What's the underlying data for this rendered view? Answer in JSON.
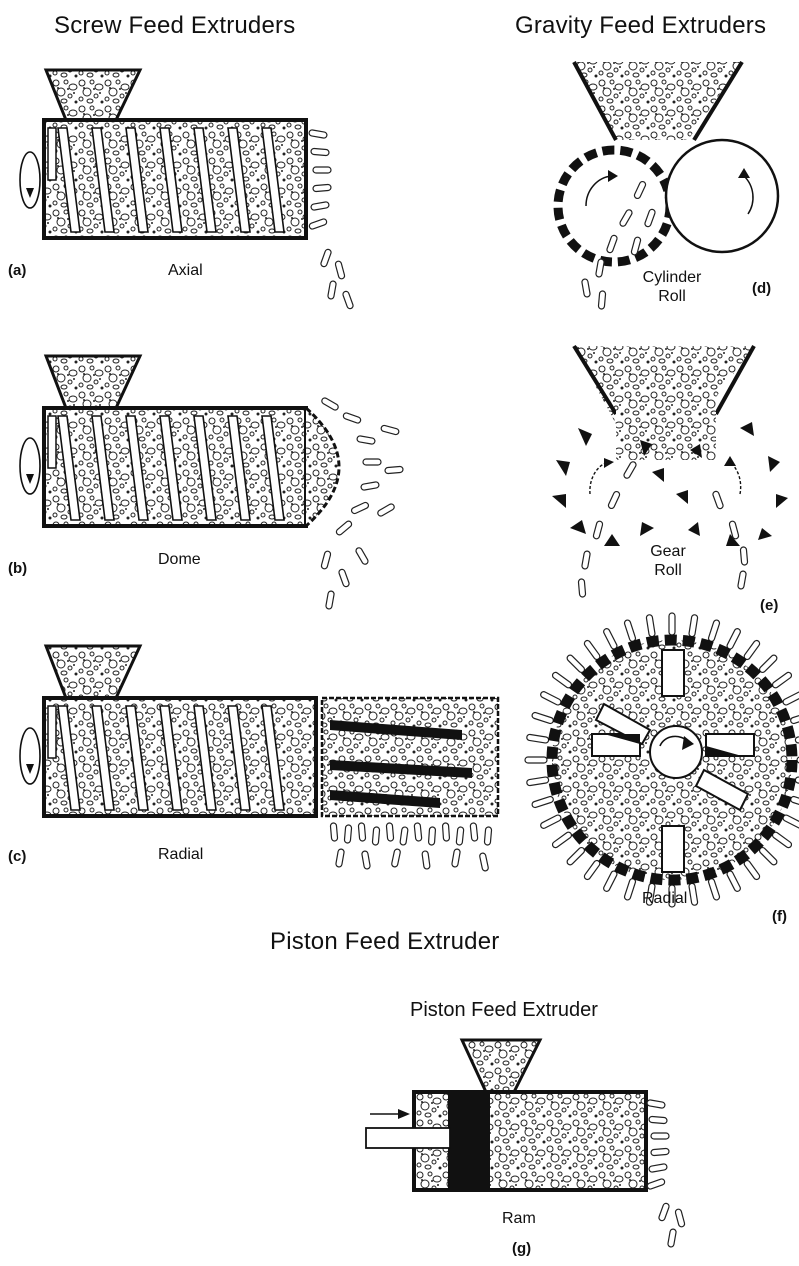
{
  "headings": {
    "screw_feed": "Screw Feed Extruders",
    "gravity_feed": "Gravity Feed Extruders",
    "piston_feed": "Piston Feed Extruder",
    "piston_feed_sub": "Piston Feed Extruder"
  },
  "panels": [
    {
      "id": "a",
      "letter": "(a)",
      "caption": "Axial"
    },
    {
      "id": "b",
      "letter": "(b)",
      "caption": "Dome"
    },
    {
      "id": "c",
      "letter": "(c)",
      "caption": "Radial"
    },
    {
      "id": "d",
      "letter": "(d)",
      "caption_line1": "Cylinder",
      "caption_line2": "Roll"
    },
    {
      "id": "e",
      "letter": "(e)",
      "caption_line1": "Gear",
      "caption_line2": "Roll"
    },
    {
      "id": "f",
      "letter": "(f)",
      "caption": "Radial"
    },
    {
      "id": "g",
      "letter": "(g)",
      "caption": "Ram"
    }
  ],
  "colors": {
    "ink": "#111111",
    "paper": "#ffffff"
  }
}
